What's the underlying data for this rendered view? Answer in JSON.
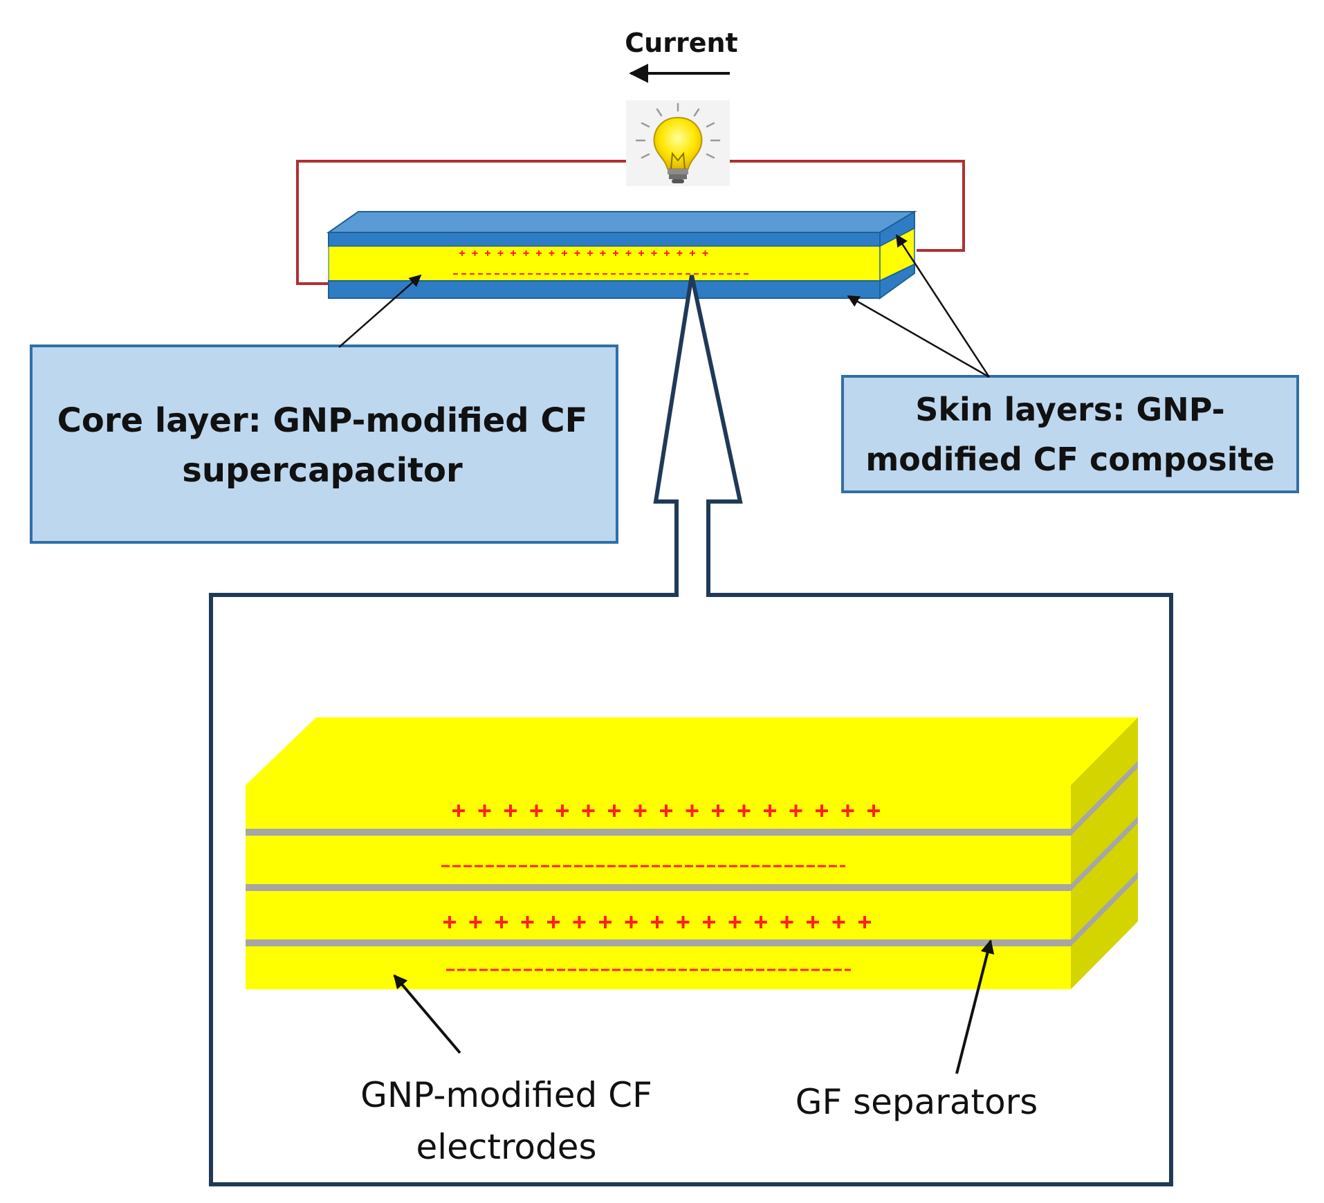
{
  "current_label": "Current",
  "core_label": {
    "line1": "Core layer: GNP-modified CF",
    "line2": "supercapacitor"
  },
  "skin_label": {
    "line1": "Skin layers: GNP-",
    "line2": "modified CF composite"
  },
  "electrodes_label": {
    "line1": "GNP-modified CF",
    "line2": "electrodes"
  },
  "separators_label": "GF separators",
  "colors": {
    "electrode_yellow": "#ffff00",
    "electrode_side": "#d4d400",
    "skin_blue": "#2e7dc4",
    "skin_top": "#5b9bd5",
    "label_box_fill": "#bdd7ee",
    "label_box_stroke": "#2f6fa8",
    "wire_red": "#b03030",
    "charge_red": "#ff2020",
    "separator_gray": "#a6a6a6",
    "outline_dark": "#1f3a57"
  },
  "icons": [
    "light-bulb-icon",
    "current-arrow-icon"
  ]
}
